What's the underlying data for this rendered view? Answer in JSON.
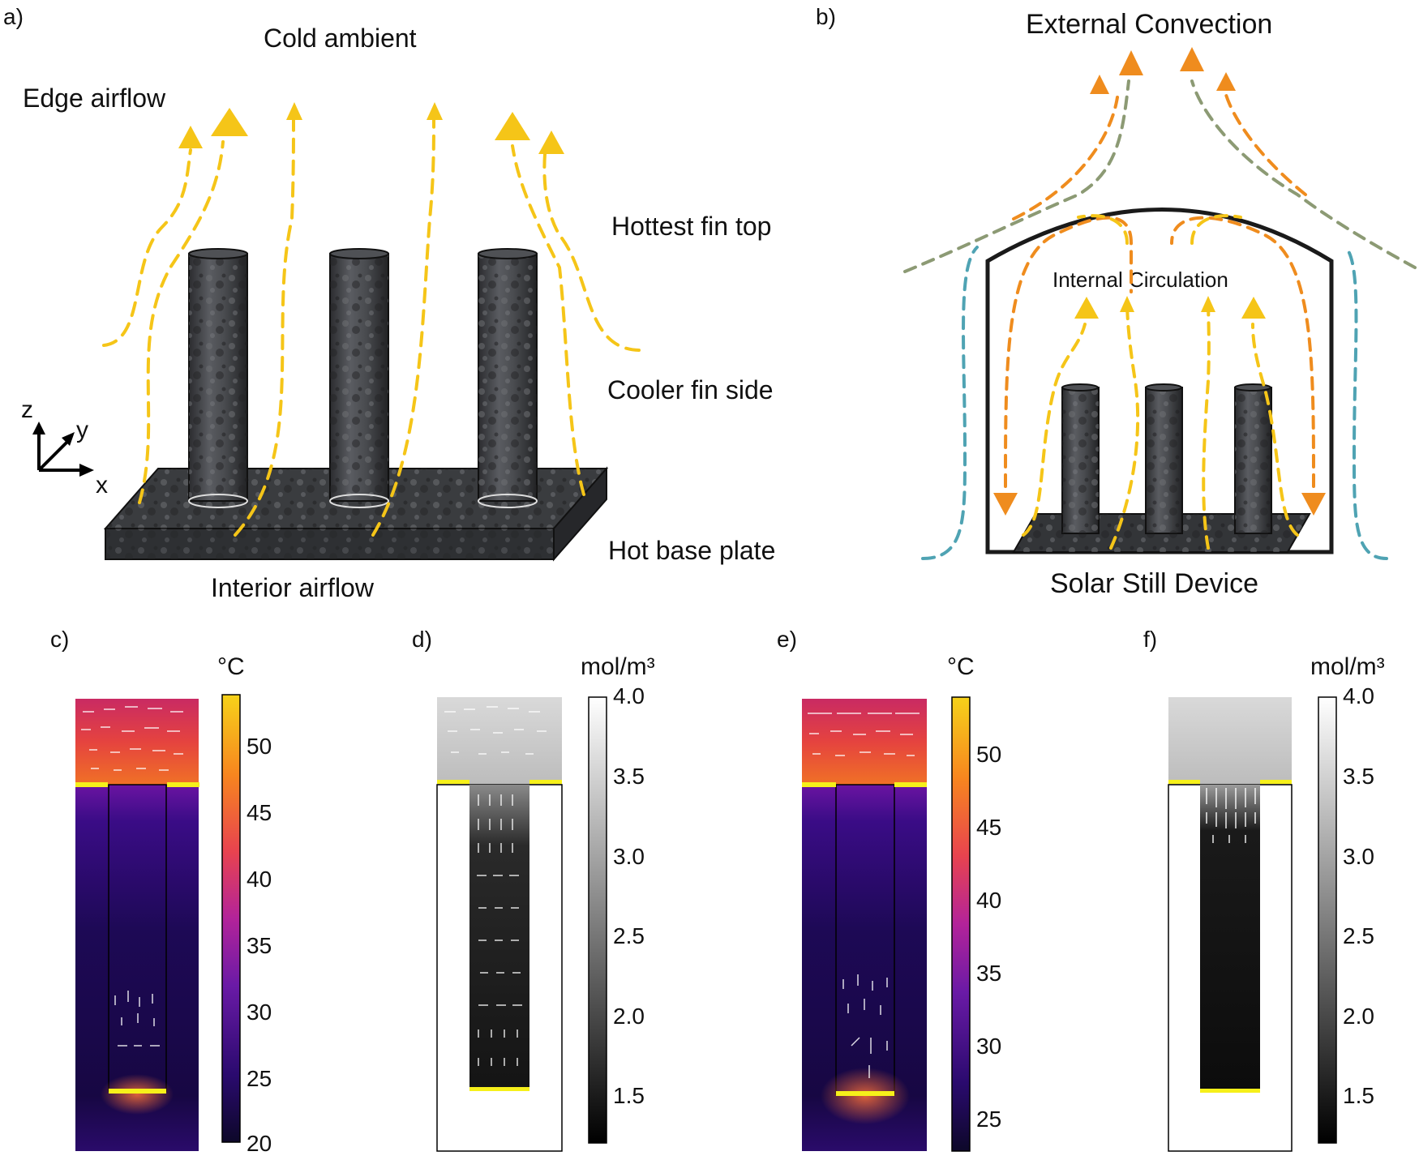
{
  "panels": {
    "a": {
      "label": "a)",
      "labels": {
        "cold_ambient": "Cold ambient",
        "edge_airflow": "Edge airflow",
        "hottest_fin_top": "Hottest fin top",
        "cooler_fin_side": "Cooler fin side",
        "hot_base_plate": "Hot base plate",
        "interior_airflow": "Interior airflow"
      },
      "axes": {
        "z": "z",
        "y": "y",
        "x": "x"
      }
    },
    "b": {
      "label": "b)",
      "labels": {
        "external_convection": "External Convection",
        "internal_circulation": "Internal Circulation",
        "solar_still_device": "Solar Still Device"
      }
    },
    "c": {
      "label": "c)",
      "colorbar_unit": "°C",
      "ticks": [
        "50",
        "45",
        "40",
        "35",
        "30",
        "25",
        "20"
      ]
    },
    "d": {
      "label": "d)",
      "colorbar_unit": "mol/m³",
      "ticks": [
        "4.0",
        "3.5",
        "3.0",
        "2.5",
        "2.0",
        "1.5"
      ]
    },
    "e": {
      "label": "e)",
      "colorbar_unit": "°C",
      "ticks": [
        "50",
        "45",
        "40",
        "35",
        "30",
        "25"
      ]
    },
    "f": {
      "label": "f)",
      "colorbar_unit": "mol/m³",
      "ticks": [
        "4.0",
        "3.5",
        "3.0",
        "2.5",
        "2.0",
        "1.5"
      ]
    }
  },
  "colors": {
    "airflow_yellow": "#f5c518",
    "airflow_orange": "#ef8c1e",
    "external_teal": "#4fa3b3",
    "fin_dark": "#3c3e42",
    "plate_dark": "#333538"
  }
}
